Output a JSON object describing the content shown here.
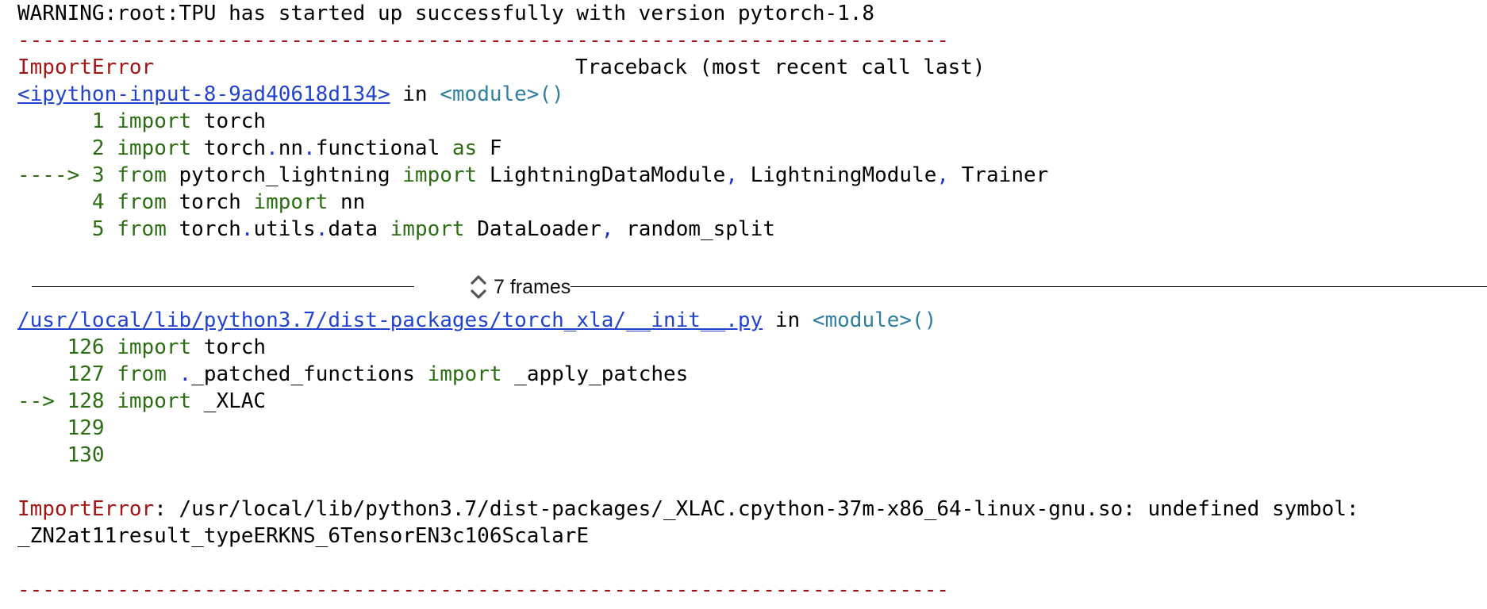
{
  "output": {
    "warning": "WARNING:root:TPU has started up successfully with version pytorch-1.8",
    "separator": "---------------------------------------------------------------------------",
    "error_name": "ImportError",
    "traceback_header": "Traceback (most recent call last)",
    "frame1": {
      "file": "<ipython-input-8-9ad40618d134>",
      "in": " in ",
      "func": "<module>()",
      "lines": [
        {
          "prefix": "      1 ",
          "code": [
            [
              "green",
              "import"
            ],
            [
              "",
              "  torch"
            ]
          ]
        },
        {
          "prefix": "      2 ",
          "code": [
            [
              "green",
              "import"
            ],
            [
              "",
              " torch"
            ],
            [
              "blue",
              "."
            ],
            [
              "",
              "nn"
            ],
            [
              "blue",
              "."
            ],
            [
              "",
              "functional "
            ],
            [
              "green",
              "as"
            ],
            [
              "",
              " F"
            ]
          ]
        }
      ]
    },
    "frame1_lines": [
      {
        "prefix": "      1 ",
        "parts": [
          "import",
          " torch"
        ]
      },
      {
        "prefix": "      2 ",
        "parts": [
          "import",
          " torch",
          ".",
          "nn",
          ".",
          "functional ",
          "as",
          " F"
        ]
      },
      {
        "prefix": "----> 3 ",
        "parts": [
          "from",
          " pytorch_lightning ",
          "import",
          " LightningDataModule",
          ",",
          " LightningModule",
          ",",
          " Trainer"
        ]
      },
      {
        "prefix": "      4 ",
        "parts": [
          "from",
          " torch ",
          "import",
          " nn"
        ]
      },
      {
        "prefix": "      5 ",
        "parts": [
          "from",
          " torch",
          ".",
          "utils",
          ".",
          "data ",
          "import",
          " DataLoader",
          ",",
          " random_split"
        ]
      }
    ],
    "frames_toggle_label": "7 frames",
    "frame2": {
      "file": "/usr/local/lib/python3.7/dist-packages/torch_xla/__init__.py",
      "in": " in ",
      "func": "<module>()"
    },
    "frame2_lines": [
      {
        "prefix": "    126 ",
        "parts": [
          "import",
          " torch"
        ]
      },
      {
        "prefix": "    127 ",
        "parts": [
          "from",
          " ",
          ".",
          "_patched_functions ",
          "import",
          " _apply_patches"
        ]
      },
      {
        "prefix": "--> 128 ",
        "parts": [
          "import",
          " _XLAC"
        ]
      },
      {
        "prefix": "    129 ",
        "parts": []
      },
      {
        "prefix": "    130 ",
        "parts": []
      }
    ],
    "error_message_1": ": /usr/local/lib/python3.7/dist-packages/_XLAC.cpython-37m-x86_64-linux-gnu.so: undefined symbol:",
    "error_message_2": "_ZN2at11result_typeERKNS_6TensorEN3c106ScalarE"
  },
  "colors": {
    "error_red": "#a31515",
    "keyword_green": "#2b6e12",
    "operator_blue": "#1a36d6",
    "module_teal": "#2f7f9f",
    "link_blue": "#2244cc"
  },
  "icons": {
    "frames_toggle": "unfold-chevrons-icon"
  }
}
